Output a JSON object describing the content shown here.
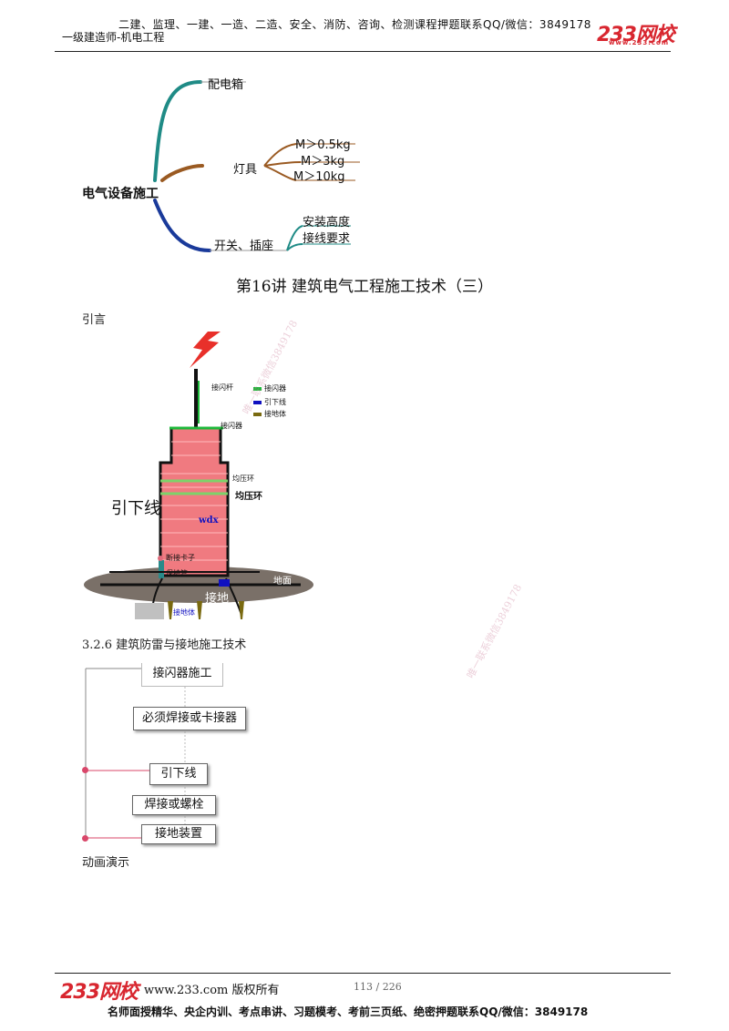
{
  "header": {
    "line1": "二建、监理、一建、一造、二造、安全、消防、咨询、检测课程押题联系QQ/微信：3849178",
    "line2": "一级建造师-机电工程",
    "logo": "233网校",
    "logo_sub": "www.233.com"
  },
  "mindmap": {
    "root": "电气设备施工",
    "branch1": "配电箱",
    "branch2": "灯具",
    "branch2_leaves": [
      "M＞0.5kg",
      "M＞3kg",
      "M＞10kg"
    ],
    "branch3": "开关、插座",
    "branch3_leaves": [
      "安装高度",
      "接线要求"
    ]
  },
  "lecture_title": "第16讲  建筑电气工程施工技术（三）",
  "intro_label": "引言",
  "diagram": {
    "legend": [
      "接闪器",
      "引下线",
      "接地体"
    ],
    "label_rod": "接闪杆",
    "label_arrester": "接闪器",
    "label_ring_small": "均压环",
    "label_ring": "均压环",
    "label_downlead": "引下线",
    "label_wdx": "wdx",
    "label_clip": "断接卡子",
    "label_pipe": "保护管",
    "label_ground": "地面",
    "label_grounding": "接地",
    "label_body": "接地体",
    "colors": {
      "arrester": "#1db83a",
      "downlead": "#1010c0",
      "body": "#7a6a10",
      "wall": "#f07a80",
      "bolt": "#e8302a"
    }
  },
  "section_heading": "3.2.6  建筑防雷与接地施工技术",
  "flow": {
    "items": [
      "接闪器施工",
      "必须焊接或卡接器",
      "引下线",
      "焊接或螺栓",
      "接地装置"
    ]
  },
  "animation_label": "动画演示",
  "footer": {
    "logo": "233网校",
    "site": "www.233.com 版权所有",
    "page": "113 / 226",
    "bottom": "名师面授精华、央企内训、考点串讲、习题模考、考前三页纸、绝密押题联系QQ/微信：3849178"
  },
  "watermarks": [
    "唯一联系微信3849178",
    "唯一联系微信3849178"
  ]
}
